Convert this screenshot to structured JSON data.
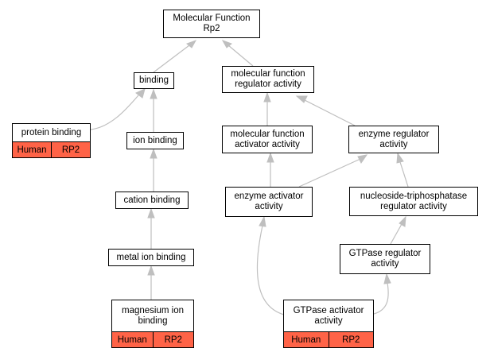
{
  "nodes": {
    "root": {
      "label": "Molecular Function\nRp2"
    },
    "binding": {
      "label": "binding"
    },
    "mf_regulator": {
      "label": "molecular function\nregulator activity"
    },
    "protein_binding": {
      "label": "protein binding",
      "species": "Human",
      "gene": "RP2"
    },
    "ion_binding": {
      "label": "ion binding"
    },
    "mf_activator": {
      "label": "molecular function\nactivator activity"
    },
    "enzyme_regulator": {
      "label": "enzyme regulator\nactivity"
    },
    "cation_binding": {
      "label": "cation binding"
    },
    "enzyme_activator": {
      "label": "enzyme activator\nactivity"
    },
    "ntpase_regulator": {
      "label": "nucleoside-triphosphatase\nregulator activity"
    },
    "metal_ion_binding": {
      "label": "metal ion binding"
    },
    "gtpase_regulator": {
      "label": "GTPase regulator\nactivity"
    },
    "magnesium_ion_binding": {
      "label": "magnesium ion\nbinding",
      "species": "Human",
      "gene": "RP2"
    },
    "gtpase_activator": {
      "label": "GTPase activator\nactivity",
      "species": "Human",
      "gene": "RP2"
    }
  },
  "colors": {
    "annotation_fill": "#ff6347",
    "edge": "#bfbfbf",
    "border": "#000000"
  }
}
